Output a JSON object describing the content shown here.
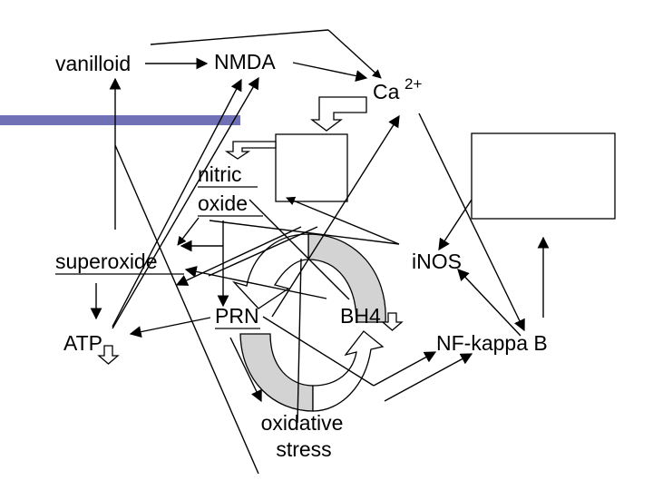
{
  "nodes": {
    "vanilloid": "vanilloid",
    "nmda": "NMDA",
    "ca": "Ca",
    "ca_sup": "2+",
    "nitric": "nitric",
    "oxide": "oxide",
    "superoxide": "superoxide",
    "inos": "iNOS",
    "prn": "PRN",
    "bh4": "BH4",
    "atp": "ATP",
    "nfkappab": "NF-kappa B",
    "oxidative": "oxidative",
    "stress": "stress"
  },
  "colors": {
    "accent_bar": "#6f70b6",
    "ribbon_fill": "#d3d3d3"
  }
}
